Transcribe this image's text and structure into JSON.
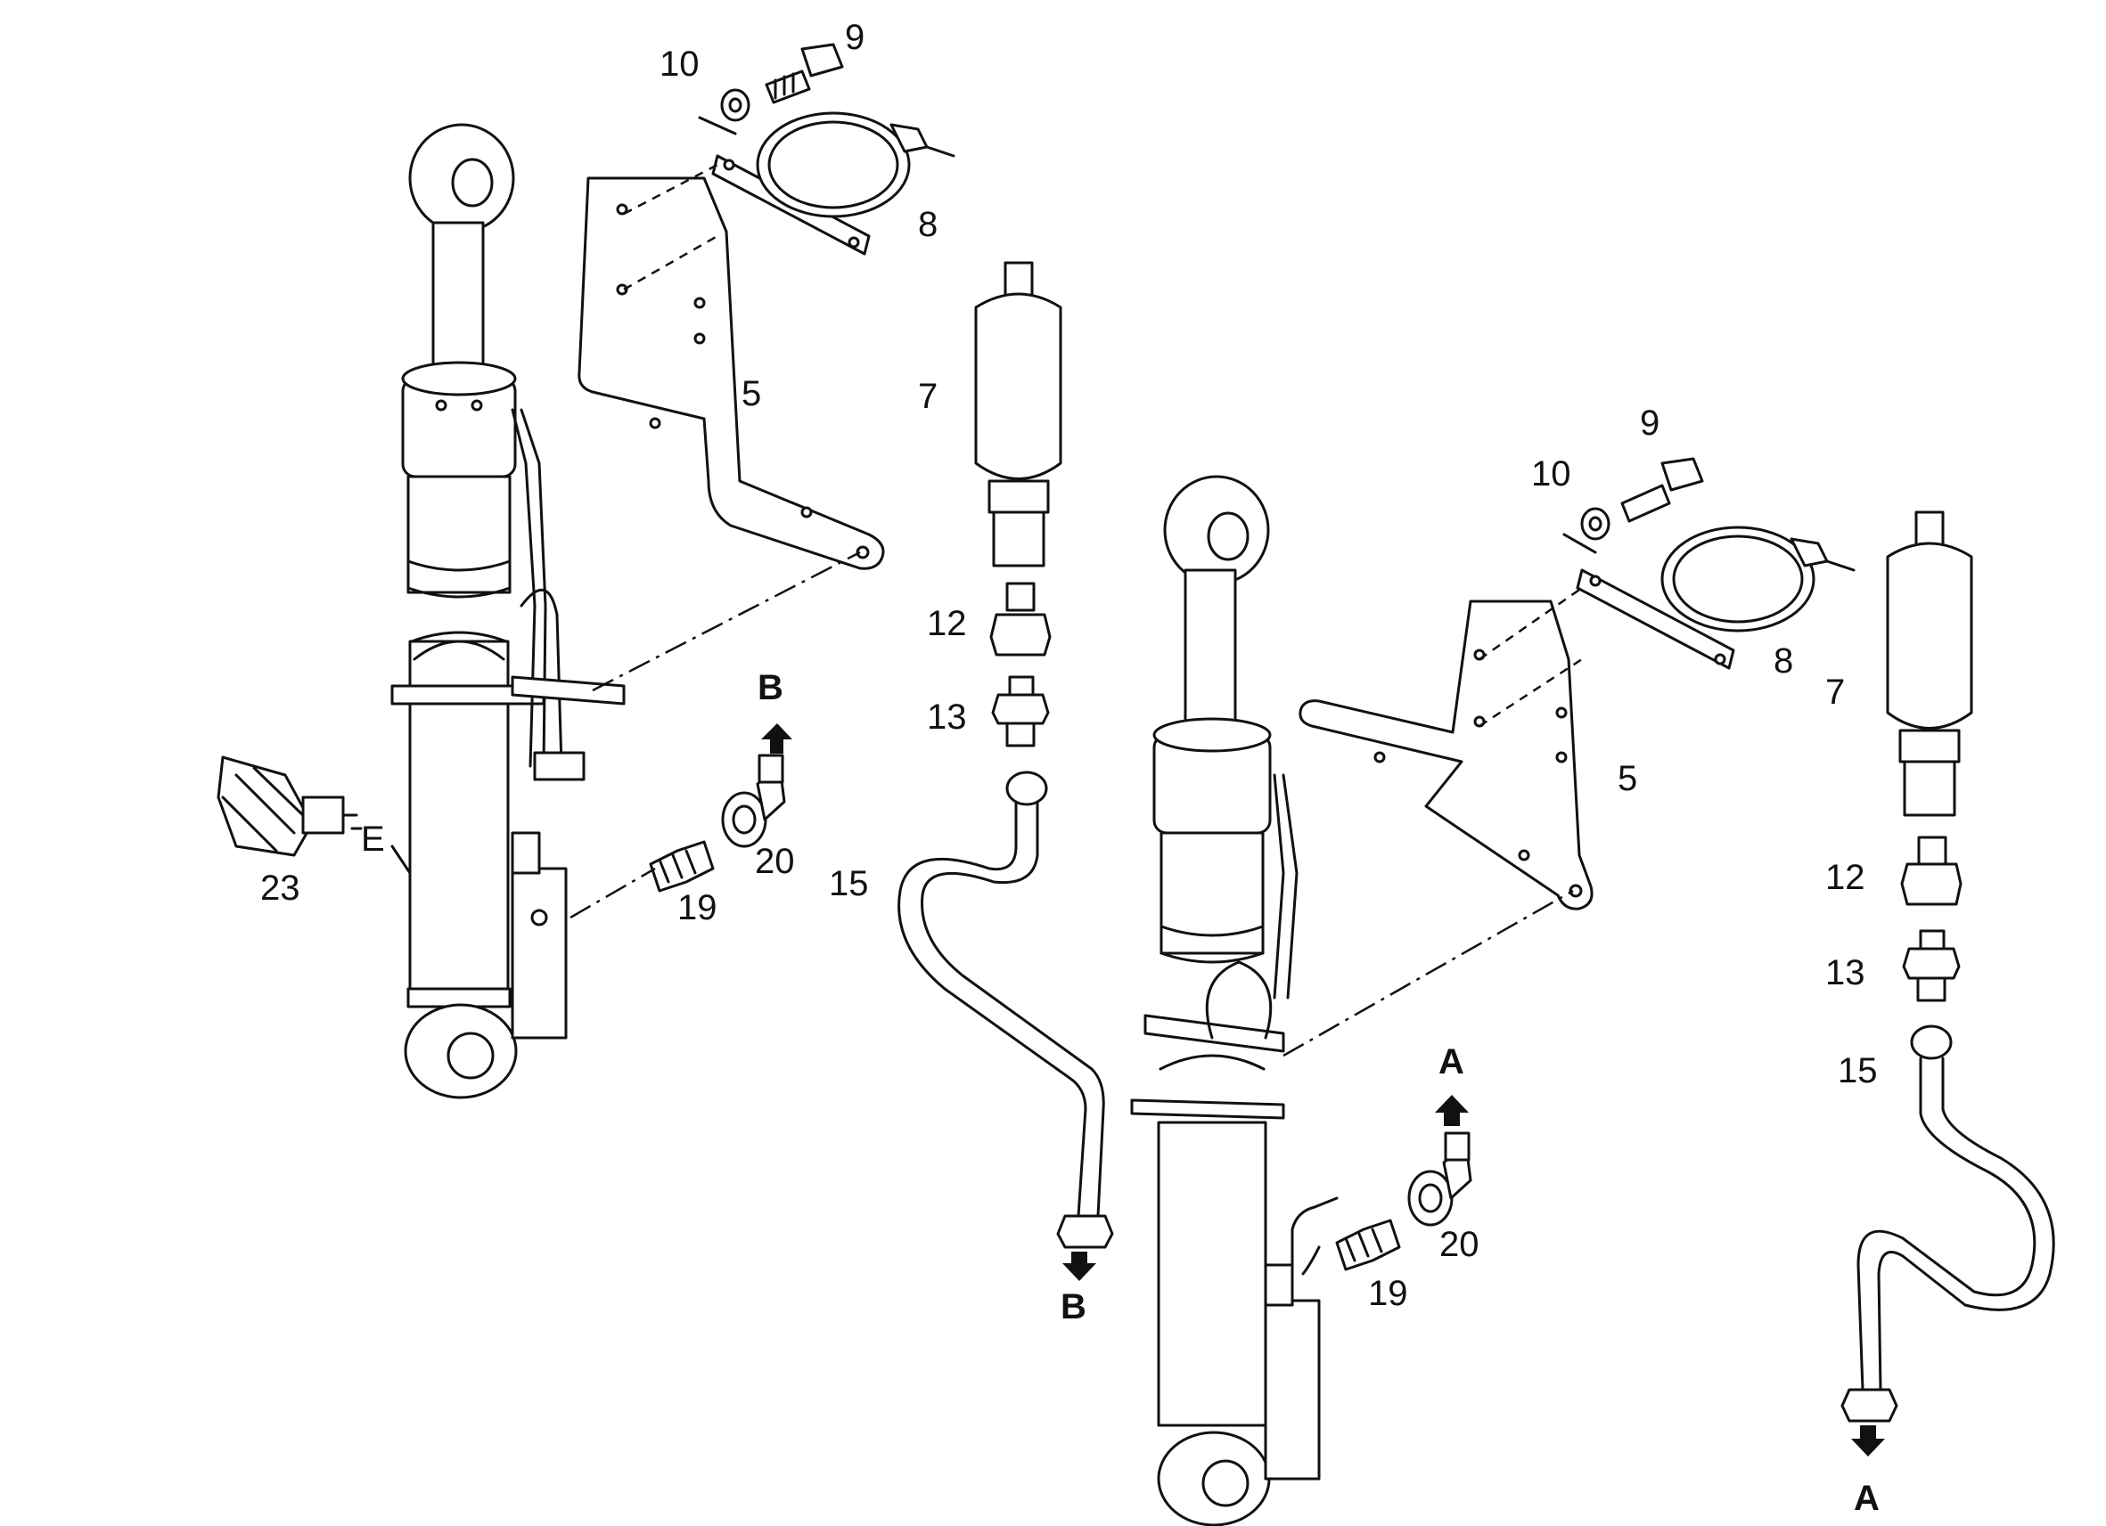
{
  "callouts": {
    "left": {
      "n10": "10",
      "n9": "9",
      "n8": "8",
      "n5": "5",
      "n7": "7",
      "n12": "12",
      "n13": "13",
      "n15": "15",
      "n19": "19",
      "n20": "20",
      "n23": "23",
      "e": "E",
      "b_top": "B",
      "b_bottom": "B"
    },
    "right": {
      "n10": "10",
      "n9": "9",
      "n8": "8",
      "n5": "5",
      "n7": "7",
      "n12": "12",
      "n13": "13",
      "n15": "15",
      "n19": "19",
      "n20": "20",
      "a_top": "A",
      "a_bottom": "A"
    }
  }
}
